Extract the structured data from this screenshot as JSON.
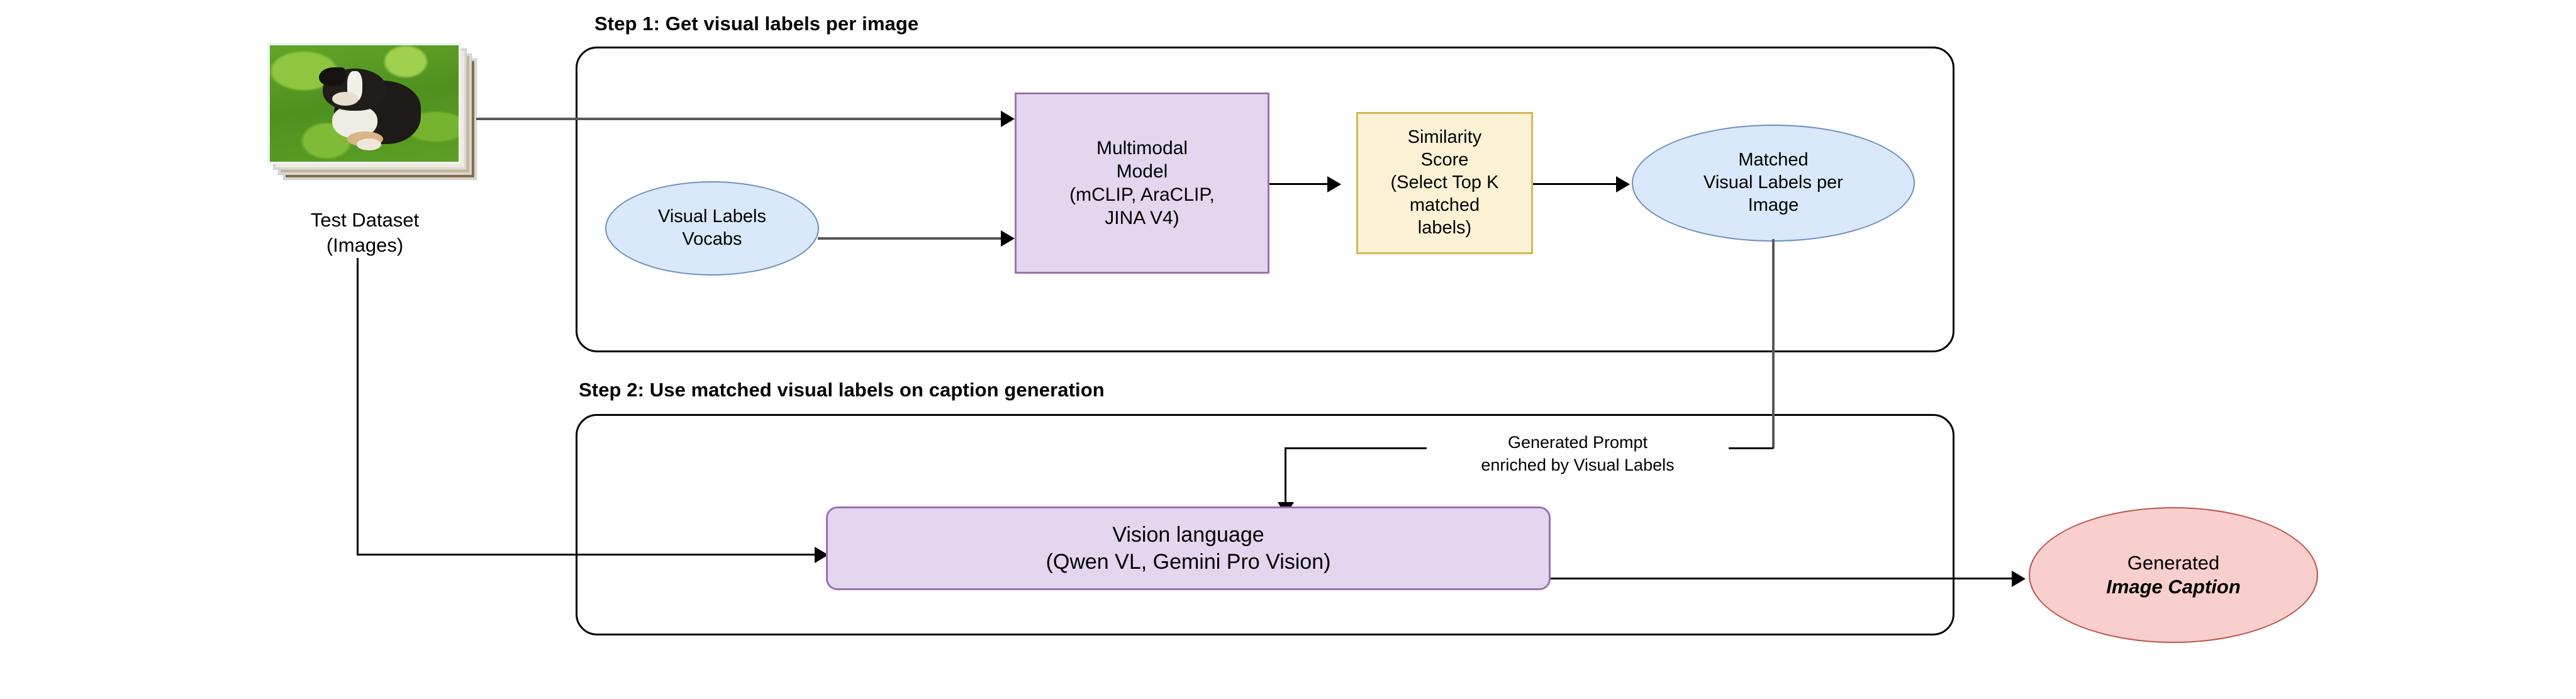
{
  "diagram": {
    "steps": [
      {
        "title": "Step 1: Get visual labels per image"
      },
      {
        "title": "Step 2: Use matched visual labels on caption generation"
      }
    ],
    "nodes": {
      "test_dataset": {
        "line1": "Test Dataset",
        "line2": "(Images)"
      },
      "visual_labels_vocabs": {
        "line1": "Visual Labels",
        "line2": "Vocabs"
      },
      "multimodal_model": {
        "line1": "Multimodal",
        "line2": "Model",
        "line3": "(mCLIP, AraCLIP,",
        "line4": "JINA V4)"
      },
      "similarity_score": {
        "line1": "Similarity",
        "line2": "Score",
        "line3": "(Select Top K",
        "line4": "matched",
        "line5": "labels)"
      },
      "matched_visual_labels": {
        "line1": "Matched",
        "line2": "Visual Labels per",
        "line3": "Image"
      },
      "vision_language": {
        "line1": "Vision language",
        "line2": "(Qwen VL, Gemini Pro Vision)"
      },
      "generated_caption": {
        "line1": "Generated",
        "line2": "Image Caption"
      }
    },
    "annotations": {
      "generated_prompt": {
        "line1": "Generated Prompt",
        "line2": "enriched by Visual Labels"
      }
    },
    "colors": {
      "purple_fill": "#e4d6ef",
      "purple_stroke": "#9b72ae",
      "yellow_fill": "#fbf2d5",
      "yellow_stroke": "#d6b656",
      "blue_fill": "#d9e8fa",
      "blue_stroke": "#6c8ebf",
      "red_fill": "#f8cfcd",
      "red_stroke": "#c0504d",
      "line": "#000000",
      "line_grey": "#585858"
    }
  }
}
